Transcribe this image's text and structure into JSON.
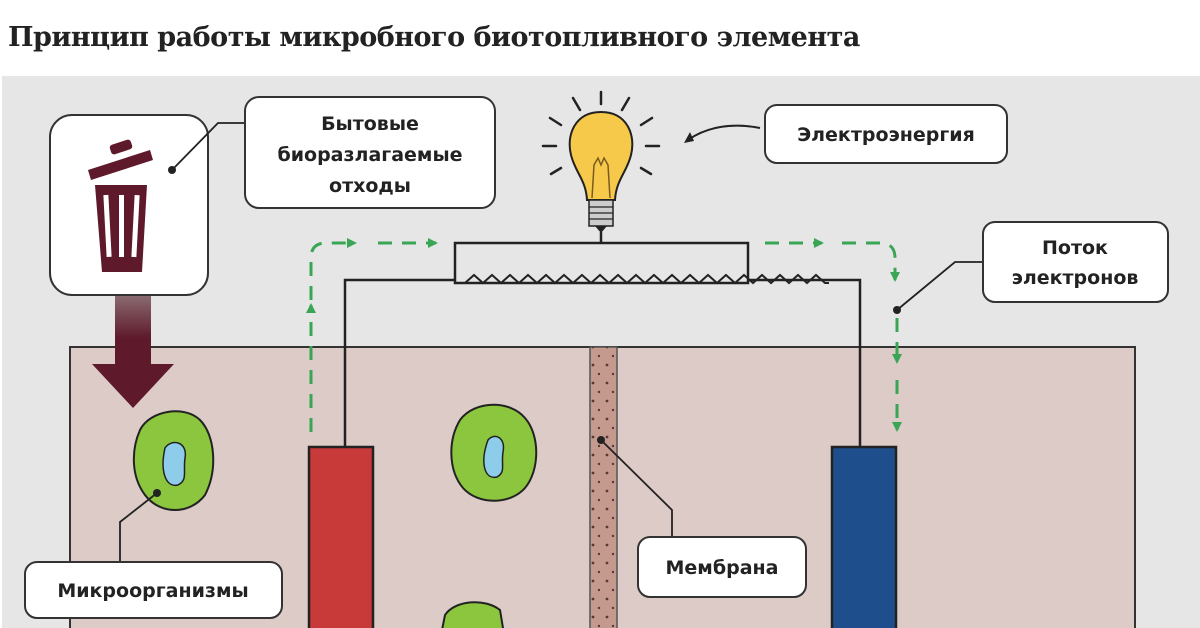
{
  "title": "Принцип работы микробного биотопливного элемента",
  "labels": {
    "waste": [
      "Бытовые",
      "биоразлагаемые",
      "отходы"
    ],
    "electricity": "Электроэнергия",
    "electron_flow": [
      "Поток",
      "электронов"
    ],
    "membrane": "Мембрана",
    "microorganisms": "Микроорганизмы"
  },
  "icons": [
    "trash-can-icon",
    "light-bulb-icon"
  ],
  "colors": {
    "panel": "#e6e6e6",
    "tank": "#dccbc7",
    "anode": "#c8393a",
    "cathode": "#1f4e8c",
    "membrane": "#c49a8f",
    "arrow": "#3aa655",
    "waste_arrow": "#5e1a2a",
    "microbe": "#8cc63f"
  }
}
